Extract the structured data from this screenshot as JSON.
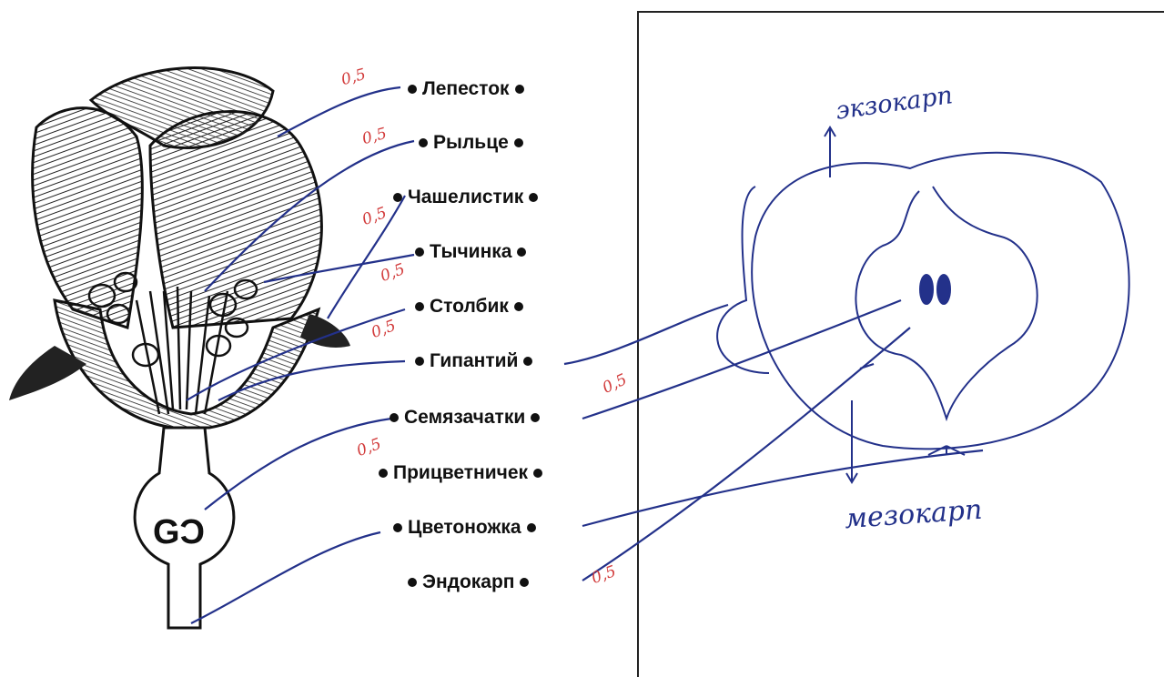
{
  "labels": [
    {
      "text": "Лепесток"
    },
    {
      "text": "Рыльце"
    },
    {
      "text": "Чашелистик"
    },
    {
      "text": "Тычинка"
    },
    {
      "text": "Столбик"
    },
    {
      "text": "Гипантий"
    },
    {
      "text": "Семязачатки"
    },
    {
      "text": "Прицветничек"
    },
    {
      "text": "Цветоножка"
    },
    {
      "text": "Эндокарп"
    }
  ],
  "handwritten": {
    "exocarp": "экзокарп",
    "mesocarp": "мезокарп"
  },
  "scores": [
    "0,5",
    "0,5",
    "0,5",
    "0,5",
    "0,5",
    "0,5",
    "0,5",
    "0,5"
  ],
  "colors": {
    "ink": "#23318a",
    "score": "#d23b3b",
    "print": "#111111"
  }
}
